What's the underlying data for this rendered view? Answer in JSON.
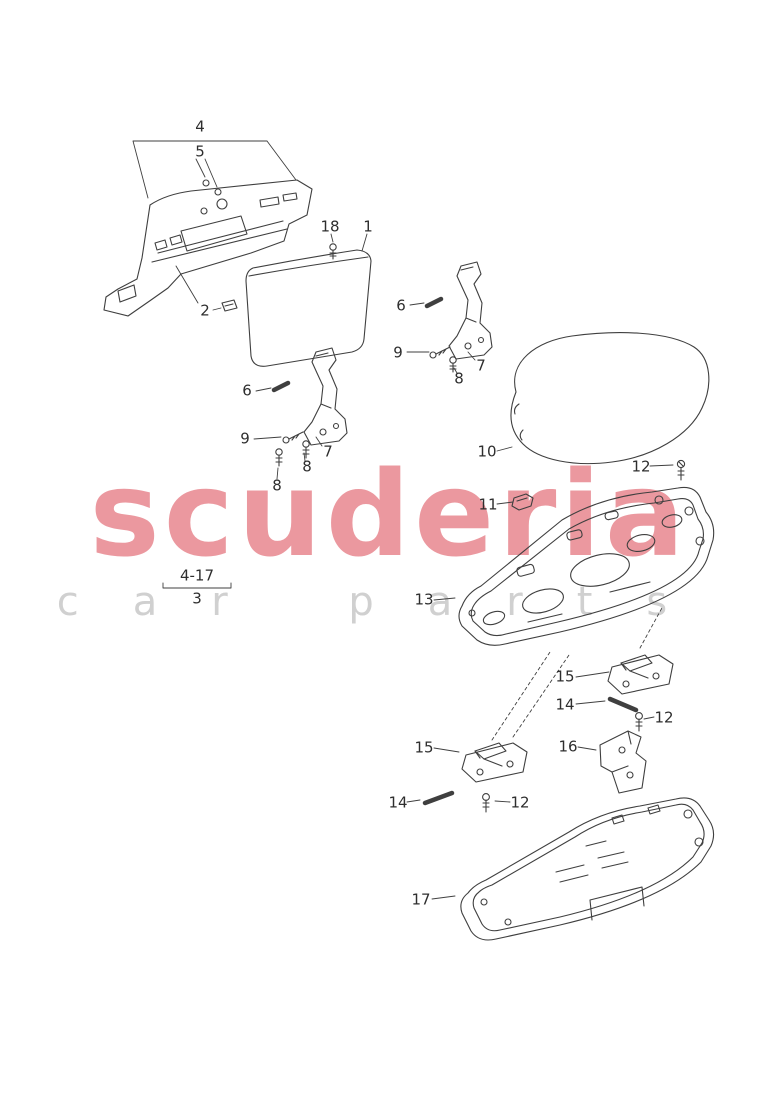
{
  "watermark": {
    "brand": "scuderia",
    "tagline": "car parts"
  },
  "colors": {
    "watermark_red": "#de5560",
    "tagline_gray": "#cccccc",
    "line_art": "#3f3f3f",
    "label_text": "#2e2e2e",
    "background": "#ffffff"
  },
  "diagram": {
    "type": "exploded-parts-diagram",
    "callouts": [
      {
        "label": "4"
      },
      {
        "label": "5"
      },
      {
        "label": "18"
      },
      {
        "label": "1"
      },
      {
        "label": "2"
      },
      {
        "label": "6"
      },
      {
        "label": "9"
      },
      {
        "label": "7"
      },
      {
        "label": "8"
      },
      {
        "label": "8"
      },
      {
        "label": "6"
      },
      {
        "label": "9"
      },
      {
        "label": "8"
      },
      {
        "label": "7"
      },
      {
        "label": "10"
      },
      {
        "label": "12"
      },
      {
        "label": "11"
      },
      {
        "label": "13"
      },
      {
        "label": "4-17"
      },
      {
        "label": "3"
      },
      {
        "label": "15"
      },
      {
        "label": "14"
      },
      {
        "label": "12"
      },
      {
        "label": "15"
      },
      {
        "label": "16"
      },
      {
        "label": "14"
      },
      {
        "label": "12"
      },
      {
        "label": "17"
      }
    ]
  }
}
